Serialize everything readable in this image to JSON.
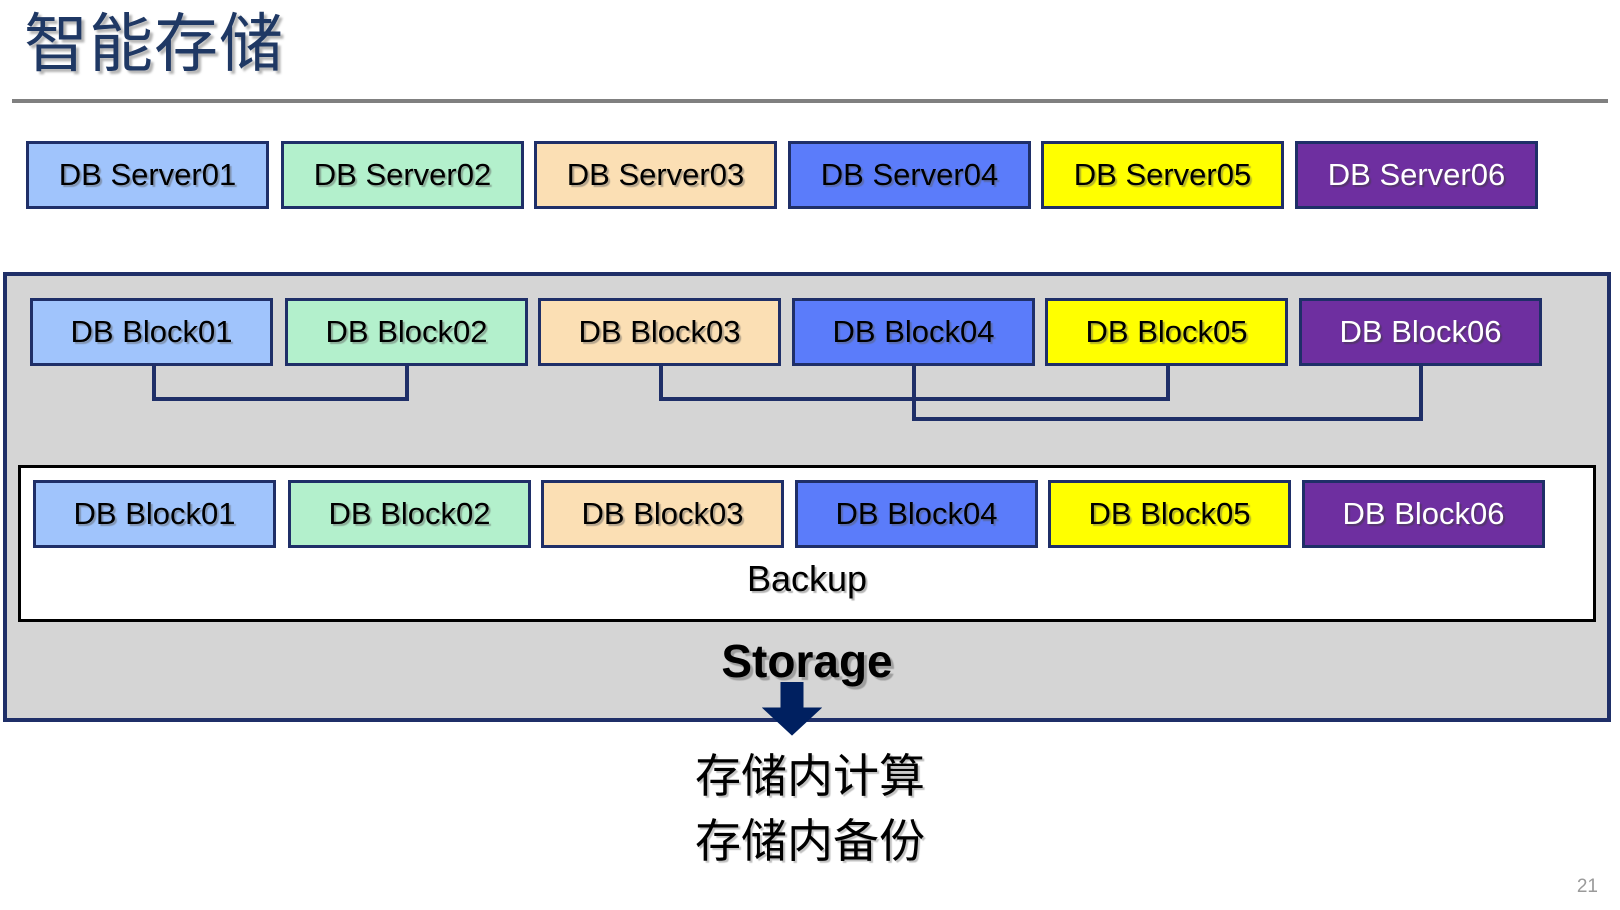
{
  "slide": {
    "title": "智能存储",
    "page_number": "21",
    "rule_color": "#808080",
    "title_color": "#1F3864"
  },
  "servers": {
    "row_label": "DB Servers",
    "items": [
      {
        "label": "DB Server01",
        "fill": "#A0C4FC",
        "text": "#000000"
      },
      {
        "label": "DB Server02",
        "fill": "#B3F0CC",
        "text": "#000000"
      },
      {
        "label": "DB Server03",
        "fill": "#FBDFB4",
        "text": "#000000"
      },
      {
        "label": "DB Server04",
        "fill": "#5B7CFA",
        "text": "#000000"
      },
      {
        "label": "DB Server05",
        "fill": "#FFFF00",
        "text": "#000000"
      },
      {
        "label": "DB Server06",
        "fill": "#6E2FA0",
        "text": "#FFFFFF"
      }
    ]
  },
  "storage": {
    "label": "Storage",
    "fill": "#D5D5D5",
    "border": "#1F2F68",
    "blocks_top": [
      {
        "label": "DB Block01",
        "fill": "#A0C4FC",
        "text": "#000000"
      },
      {
        "label": "DB Block02",
        "fill": "#B3F0CC",
        "text": "#000000"
      },
      {
        "label": "DB Block03",
        "fill": "#FBDFB4",
        "text": "#000000"
      },
      {
        "label": "DB Block04",
        "fill": "#5B7CFA",
        "text": "#000000"
      },
      {
        "label": "DB Block05",
        "fill": "#FFFF00",
        "text": "#000000"
      },
      {
        "label": "DB Block06",
        "fill": "#6E2FA0",
        "text": "#FFFFFF"
      }
    ],
    "backup": {
      "label": "Backup",
      "fill": "#FFFFFF",
      "border": "#000000",
      "blocks": [
        {
          "label": "DB Block01",
          "fill": "#A0C4FC",
          "text": "#000000"
        },
        {
          "label": "DB Block02",
          "fill": "#B3F0CC",
          "text": "#000000"
        },
        {
          "label": "DB Block03",
          "fill": "#FBDFB4",
          "text": "#000000"
        },
        {
          "label": "DB Block04",
          "fill": "#5B7CFA",
          "text": "#000000"
        },
        {
          "label": "DB Block05",
          "fill": "#FFFF00",
          "text": "#000000"
        },
        {
          "label": "DB Block06",
          "fill": "#6E2FA0",
          "text": "#FFFFFF"
        }
      ]
    }
  },
  "arrow": {
    "direction": "down",
    "color": "#002060"
  },
  "connectors": {
    "color": "#1F2F68",
    "groups": [
      {
        "name": "block01-block02",
        "members": [
          "DB Block01",
          "DB Block02"
        ]
      },
      {
        "name": "block03-block05",
        "members": [
          "DB Block03",
          "DB Block05"
        ]
      },
      {
        "name": "block04-block06",
        "members": [
          "DB Block04",
          "DB Block06"
        ]
      }
    ]
  },
  "caption": {
    "line1": "存储内计算",
    "line2": "存储内备份"
  }
}
